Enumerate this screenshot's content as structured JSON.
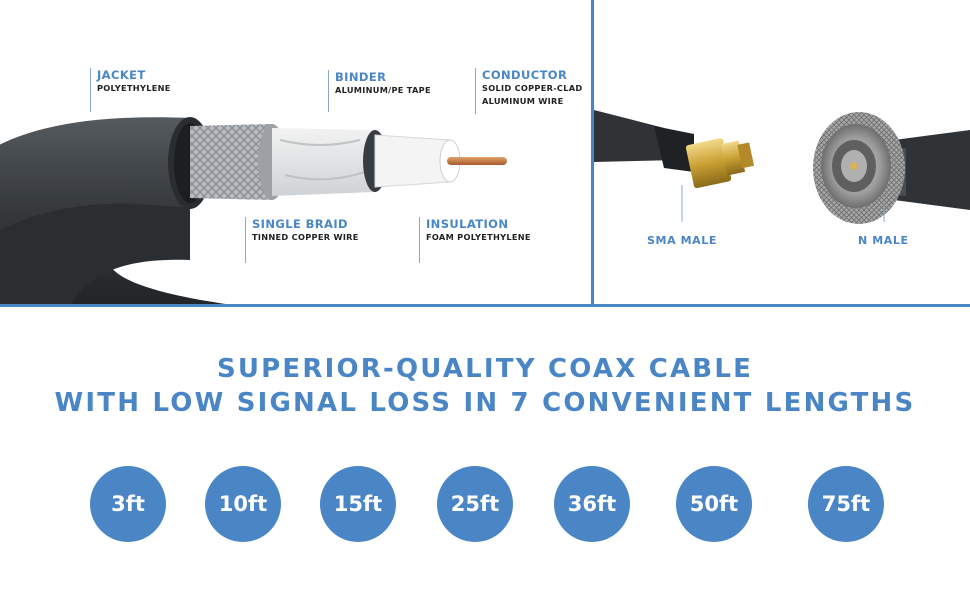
{
  "cable_layers": [
    {
      "title": "JACKET",
      "sub": [
        "POLYETHYLENE"
      ]
    },
    {
      "title": "BINDER",
      "sub": [
        "ALUMINUM/PE TAPE"
      ]
    },
    {
      "title": "CONDUCTOR",
      "sub": [
        "SOLID COPPER-CLAD",
        "ALUMINUM WIRE"
      ]
    },
    {
      "title": "SINGLE BRAID",
      "sub": [
        "TINNED COPPER WIRE"
      ]
    },
    {
      "title": "INSULATION",
      "sub": [
        "FOAM POLYETHYLENE"
      ]
    }
  ],
  "connectors": [
    {
      "label": "SMA MALE"
    },
    {
      "label": "N MALE"
    }
  ],
  "headline": {
    "line1": "SUPERIOR-QUALITY COAX CABLE",
    "line2": "WITH LOW SIGNAL LOSS IN 7 CONVENIENT LENGTHS"
  },
  "lengths": [
    "3ft",
    "10ft",
    "15ft",
    "25ft",
    "36ft",
    "50ft",
    "75ft"
  ],
  "colors": {
    "accent": "#4a86c5",
    "cable_jacket": "#3b3f43",
    "copper": "#c9773f",
    "gold": "#c9a033"
  }
}
